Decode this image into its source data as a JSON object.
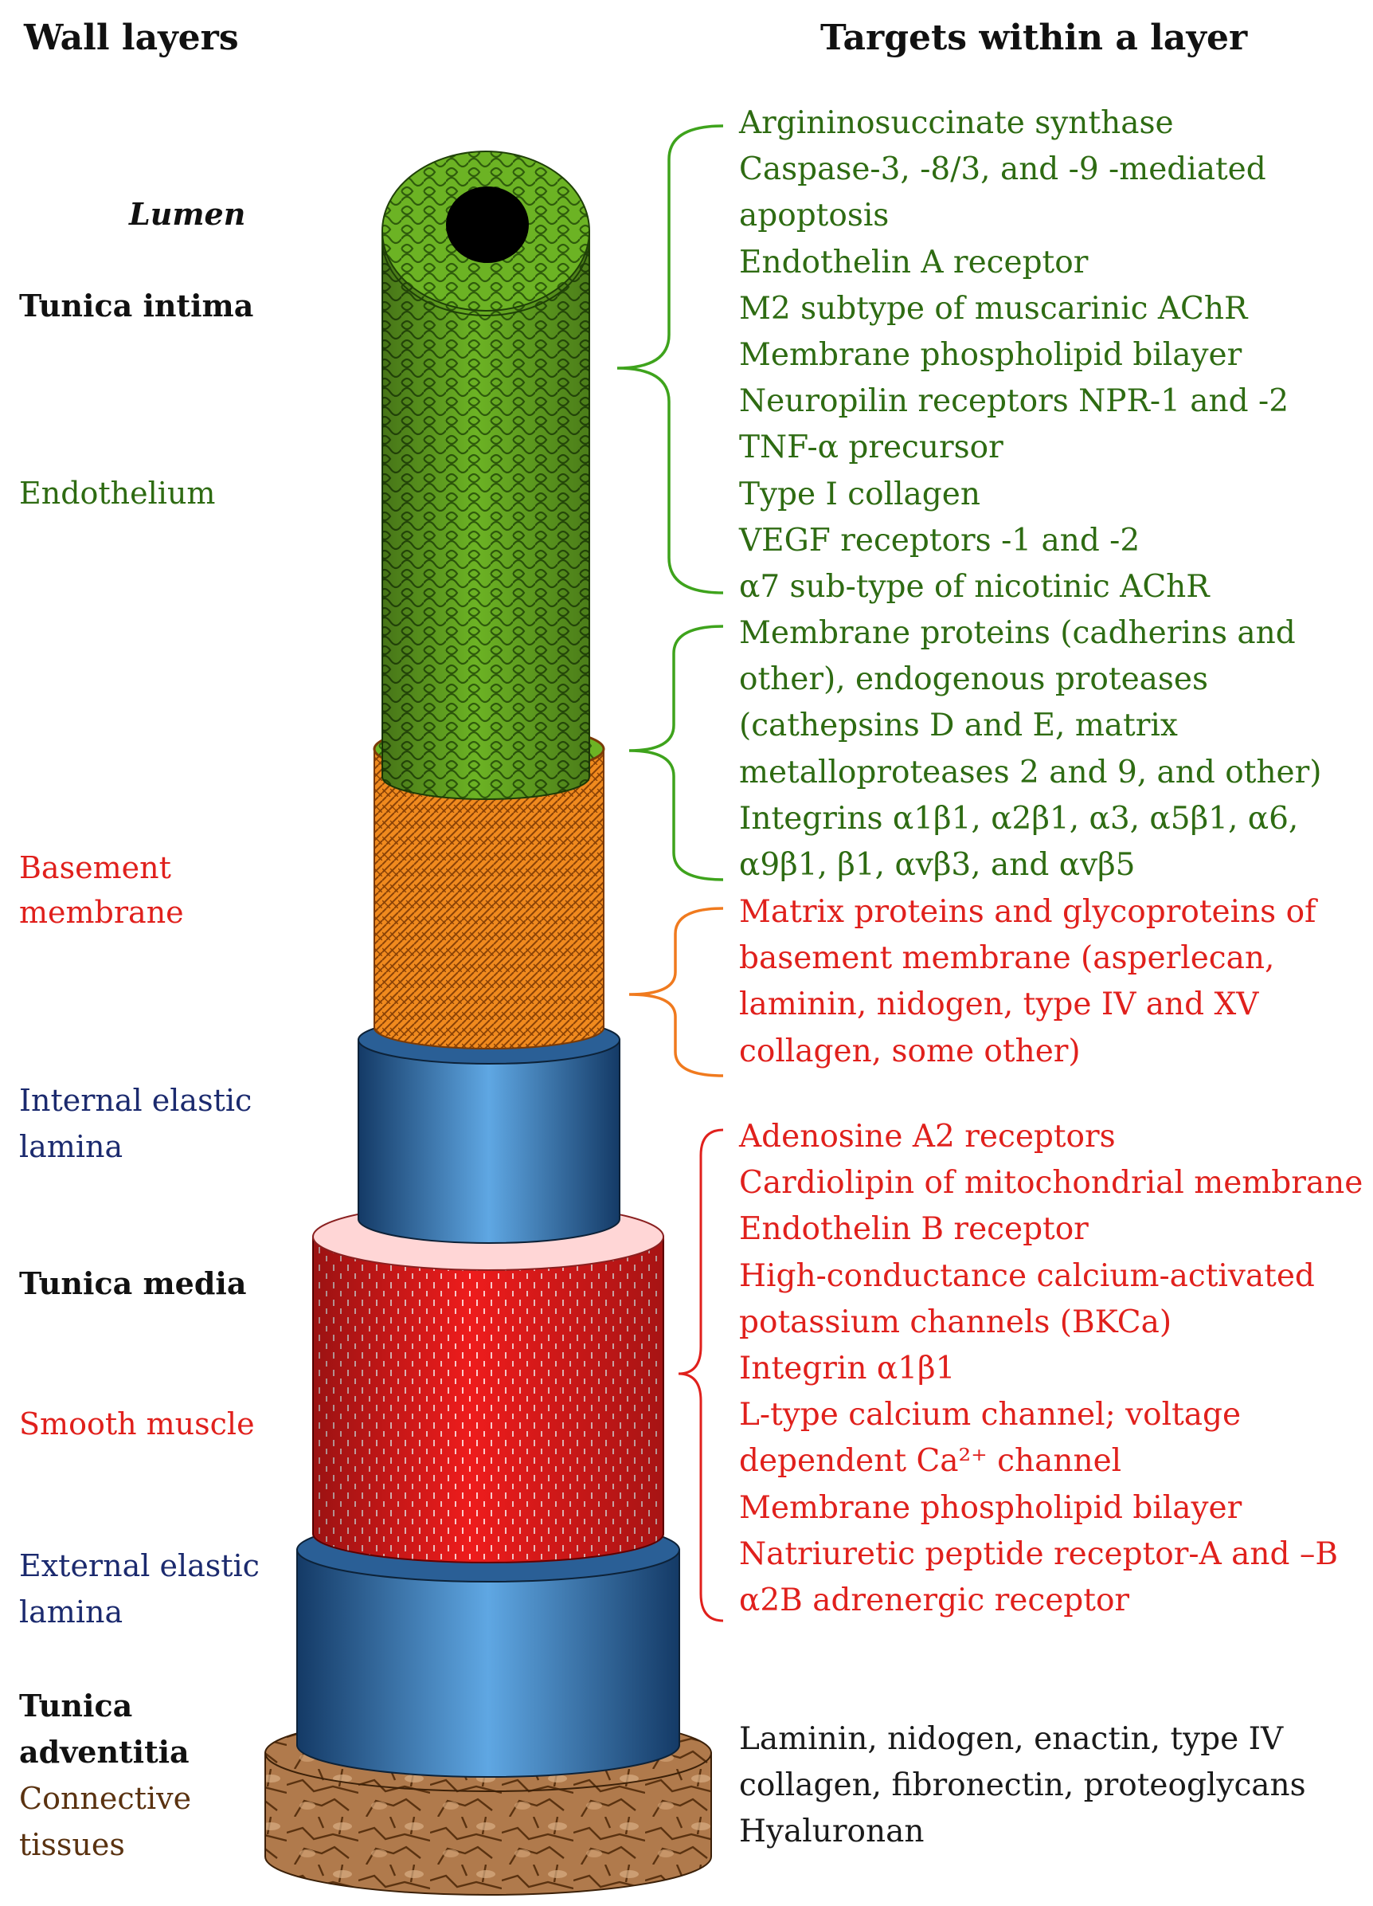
{
  "headers": {
    "left": "Wall layers",
    "right": "Targets within a layer"
  },
  "layers": {
    "lumen": "Lumen",
    "tunica_intima": "Tunica intima",
    "endothelium": "Endothelium",
    "basement_membrane_1": "Basement",
    "basement_membrane_2": "membrane",
    "internal_elastic_1": "Internal elastic",
    "internal_elastic_2": "lamina",
    "tunica_media": "Tunica media",
    "smooth_muscle": "Smooth muscle",
    "external_elastic_1": "External elastic",
    "external_elastic_2": "lamina",
    "tunica_adventitia_1": "Tunica",
    "tunica_adventitia_2": "adventitia",
    "connective_1": "Connective",
    "connective_2": "tissues"
  },
  "endothelium_targets": [
    "Argininosuccinate synthase",
    "Caspase-3, -8/3, and -9 -mediated",
    "apoptosis",
    "Endothelin A receptor",
    "M2 subtype of muscarinic AChR",
    "Membrane phospholipid bilayer",
    "Neuropilin receptors NPR-1 and -2",
    "TNF-α precursor",
    "Type I collagen",
    "VEGF receptors -1 and -2",
    "α7 sub-type of nicotinic AChR"
  ],
  "junction_targets": [
    "Membrane proteins (cadherins and",
    "other), endogenous proteases",
    "(cathepsins D and E, matrix",
    "metalloproteases 2 and 9, and other)",
    "Integrins  α1β1, α2β1,  α3,  α5β1,   α6,",
    "α9β1,  β1, αvβ3, and  αvβ5"
  ],
  "basement_targets": [
    "Matrix proteins and glycoproteins of",
    "basement membrane (asperlecan,",
    "laminin, nidogen, type IV  and XV",
    "collagen, some other)"
  ],
  "media_targets": [
    "Adenosine A2 receptors",
    "Cardiolipin of mitochondrial membrane",
    "Endothelin B receptor",
    "High-conductance calcium-activated",
    "potassium channels (BKCa)",
    "Integrin α1β1",
    "L-type calcium channel; voltage",
    "dependent Ca²⁺ channel",
    "Membrane phospholipid bilayer",
    "Natriuretic peptide receptor-A and –B",
    "α2B adrenergic receptor"
  ],
  "adventitia_targets": [
    "Laminin, nidogen, enactin, type IV",
    "collagen, fibronectin, proteoglycans",
    "Hyaluronan"
  ],
  "colors": {
    "endothelium": "#6cb324",
    "basement": "#f08a1e",
    "elastic": "#3d86c6",
    "smooth_muscle": "#ee1c1c",
    "adventitia": "#a8744a",
    "green_text": "#2e6b12",
    "red_text": "#e0201c"
  }
}
